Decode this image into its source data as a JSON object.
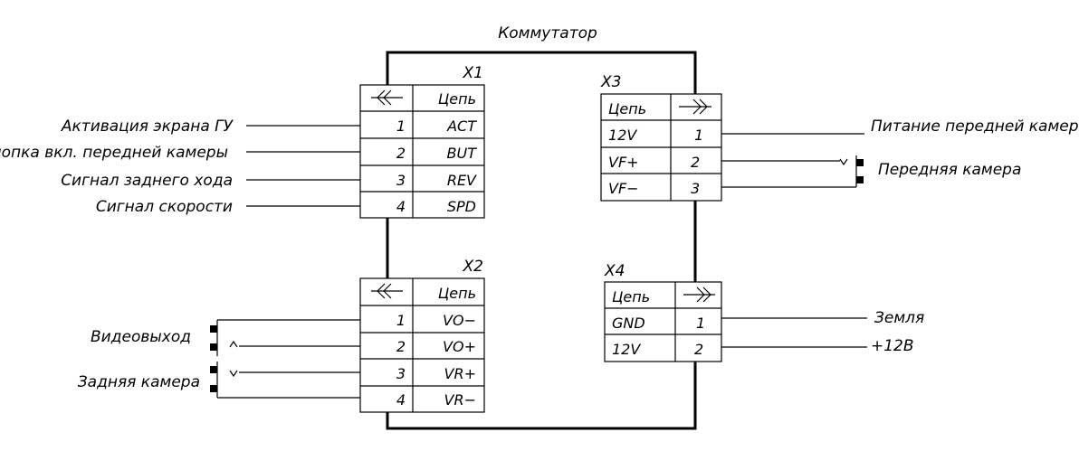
{
  "title": "Коммутатор",
  "connectors": {
    "x1": {
      "name": "X1",
      "header": "Цепь",
      "rows": [
        {
          "pin": "1",
          "net": "ACT",
          "signal": "Активация экрана ГУ"
        },
        {
          "pin": "2",
          "net": "BUT",
          "signal": "Кнопка вкл. передней камеры"
        },
        {
          "pin": "3",
          "net": "REV",
          "signal": "Сигнал заднего хода"
        },
        {
          "pin": "4",
          "net": "SPD",
          "signal": "Сигнал скорости"
        }
      ]
    },
    "x2": {
      "name": "X2",
      "header": "Цепь",
      "rows": [
        {
          "pin": "1",
          "net": "VO−"
        },
        {
          "pin": "2",
          "net": "VO+"
        },
        {
          "pin": "3",
          "net": "VR+"
        },
        {
          "pin": "4",
          "net": "VR−"
        }
      ],
      "devices": [
        "Видеовыход",
        "Задняя камера"
      ]
    },
    "x3": {
      "name": "X3",
      "header": "Цепь",
      "rows": [
        {
          "pin": "1",
          "net": "12V",
          "signal": "Питание передней камеры"
        },
        {
          "pin": "2",
          "net": "VF+"
        },
        {
          "pin": "3",
          "net": "VF−"
        }
      ],
      "devices": [
        "Передняя камера"
      ]
    },
    "x4": {
      "name": "X4",
      "header": "Цепь",
      "rows": [
        {
          "pin": "1",
          "net": "GND",
          "signal": "Земля"
        },
        {
          "pin": "2",
          "net": "12V",
          "signal": "+12В"
        }
      ]
    }
  }
}
